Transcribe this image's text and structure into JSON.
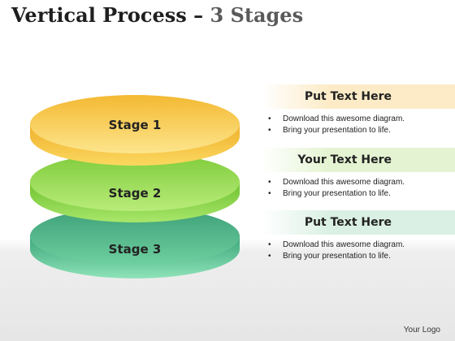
{
  "title": {
    "main": "Vertical Process – ",
    "sub": "3 Stages"
  },
  "stages": [
    {
      "label": "Stage 1",
      "color": "#f6c43b"
    },
    {
      "label": "Stage 2",
      "color": "#8fd24a"
    },
    {
      "label": "Stage 3",
      "color": "#3fae7e"
    }
  ],
  "panels": [
    {
      "heading": "Put Text Here",
      "band_color": "#fcebc6",
      "bullets": [
        "Download this awesome diagram.",
        "Bring your presentation to life."
      ]
    },
    {
      "heading": "Your Text Here",
      "band_color": "#e4f4d2",
      "bullets": [
        "Download this awesome diagram.",
        "Bring your presentation to life."
      ]
    },
    {
      "heading": "Put Text Here",
      "band_color": "#daf0e4",
      "bullets": [
        "Download this awesome diagram.",
        "Bring your presentation to life."
      ]
    }
  ],
  "logo": "Your Logo"
}
